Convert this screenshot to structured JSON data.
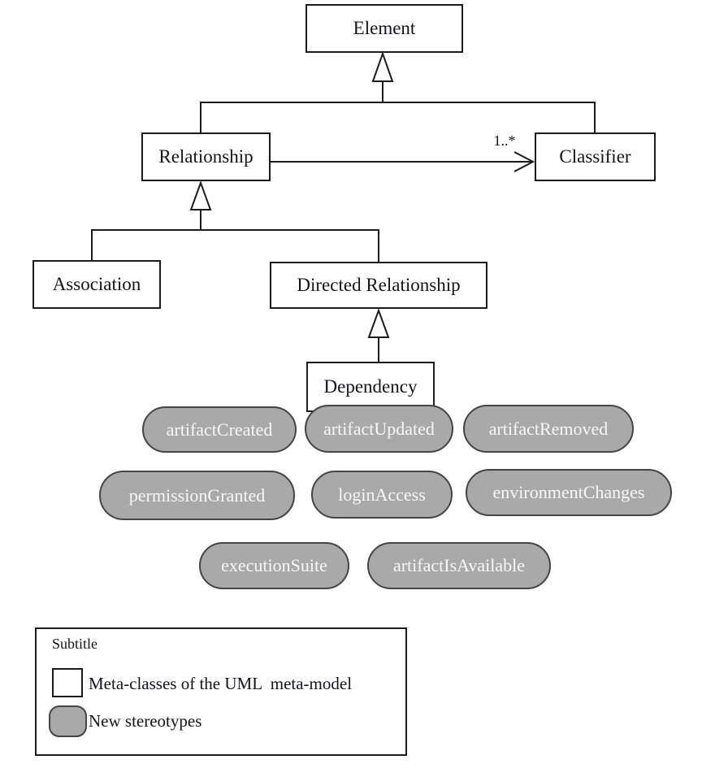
{
  "diagram": {
    "classes": {
      "element": "Element",
      "relationship": "Relationship",
      "classifier": "Classifier",
      "association": "Association",
      "directed_relationship": "Directed Relationship",
      "dependency": "Dependency"
    },
    "association_to_classifier": {
      "multiplicity": "1..*"
    },
    "stereotypes": [
      {
        "label": "artifactCreated"
      },
      {
        "label": "artifactUpdated"
      },
      {
        "label": "artifactRemoved"
      },
      {
        "label": "permissionGranted"
      },
      {
        "label": "loginAccess"
      },
      {
        "label": "environmentChanges"
      },
      {
        "label": "executionSuite"
      },
      {
        "label": "artifactIsAvailable"
      }
    ],
    "legend": {
      "title": "Subtitle",
      "items": [
        {
          "swatch": "white-rectangle",
          "label": "Meta-classes of the UML  meta-model"
        },
        {
          "swatch": "gray-rounded-rectangle",
          "label": "New stereotypes"
        }
      ]
    },
    "colors": {
      "background": "#ffffff",
      "box_fill": "#ffffff",
      "box_border": "#1c1c1c",
      "stereotype_fill": "#a9a9a9",
      "stereotype_border": "#454545",
      "stereotype_text": "#f7f7f7",
      "line": "#1c1c1c"
    }
  }
}
